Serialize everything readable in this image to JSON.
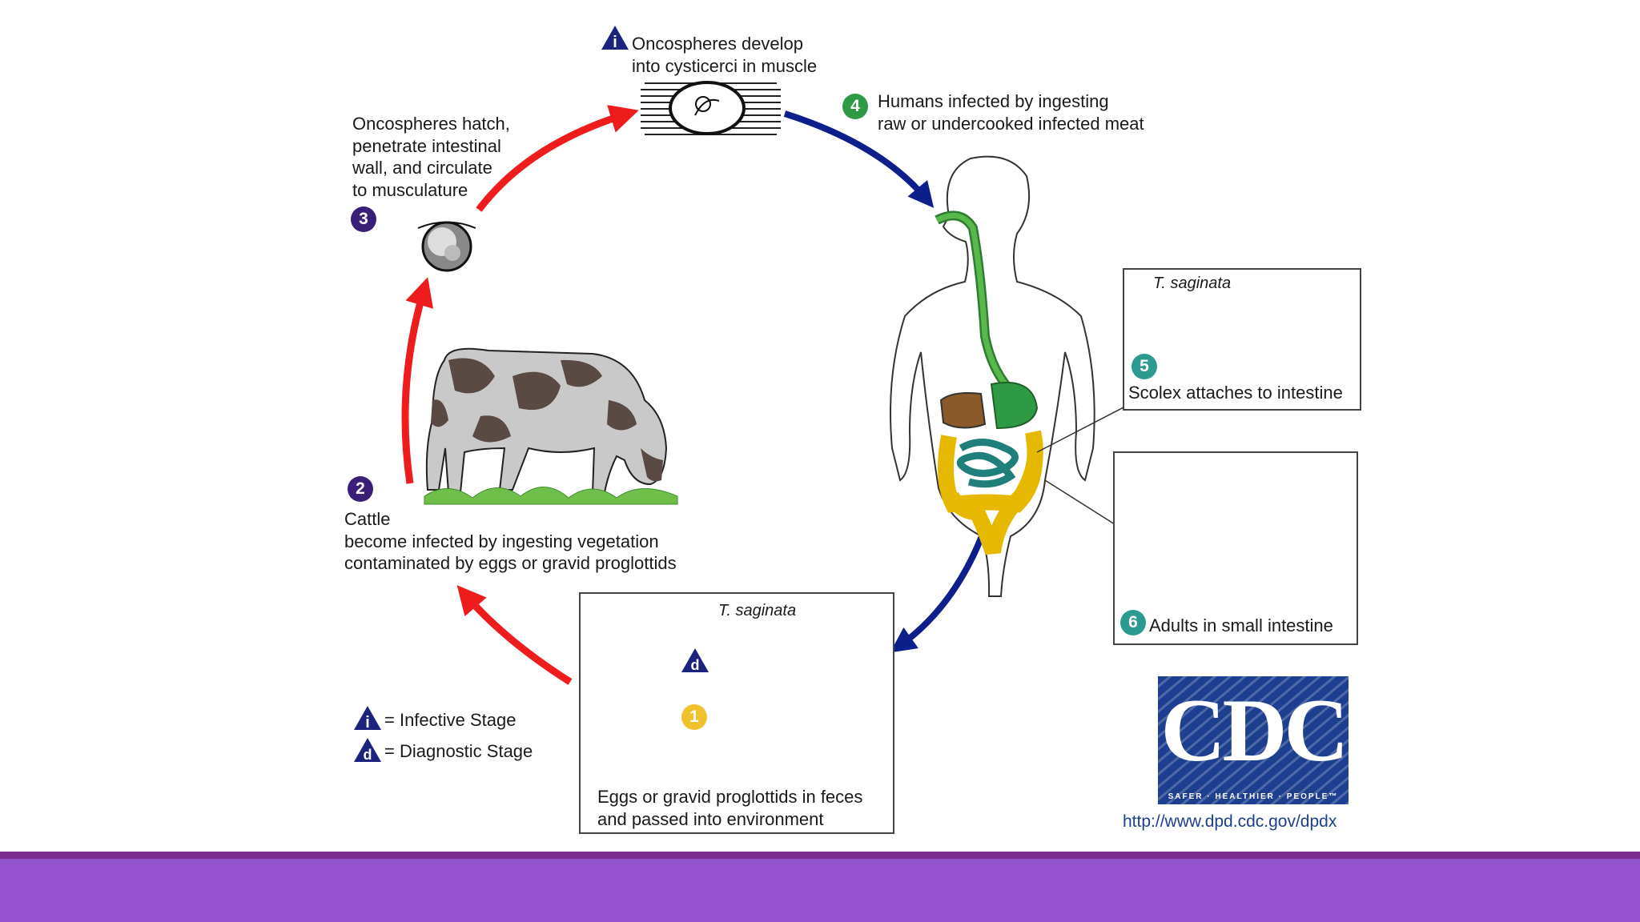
{
  "stages": {
    "infective_top": {
      "marker": "i",
      "text1": "Oncospheres develop",
      "text2": "into cysticerci in muscle"
    },
    "stage4": {
      "number": "4",
      "text1": "Humans infected by ingesting",
      "text2": "raw or undercooked infected meat"
    },
    "stage3": {
      "number": "3",
      "text1": "Oncospheres hatch,",
      "text2": "penetrate intestinal",
      "text3": "wall, and circulate",
      "text4": "to musculature"
    },
    "stage2": {
      "number": "2",
      "text1": "Cattle",
      "text2": "become infected by ingesting vegetation",
      "text3": "contaminated by eggs or gravid proglottids"
    },
    "stage5": {
      "number": "5",
      "species": "T. saginata",
      "text": "Scolex attaches to intestine"
    },
    "stage6": {
      "number": "6",
      "text": "Adults in small intestine"
    },
    "stage1": {
      "number": "1",
      "marker": "d",
      "species": "T. saginata",
      "text1": "Eggs or gravid proglottids in feces",
      "text2": "and passed into environment"
    }
  },
  "legend": {
    "infective_marker": "i",
    "infective_label": "= Infective Stage",
    "diagnostic_marker": "d",
    "diagnostic_label": "= Diagnostic Stage"
  },
  "logo": {
    "text": "CDC",
    "tagline": "SAFER · HEALTHIER · PEOPLE™",
    "url": "http://www.dpd.cdc.gov/dpdx"
  },
  "colors": {
    "infection_arrow": "#ee1c1c",
    "human_arrow": "#0d1f8a",
    "badge_purple": "#3a1f78",
    "badge_green": "#2f9a44",
    "badge_teal": "#2d9a8f",
    "badge_yellow": "#f2c12e",
    "triangle_navy": "#1a237e",
    "footer_bar": "#9352cd",
    "footer_border": "#7a2d8f"
  }
}
